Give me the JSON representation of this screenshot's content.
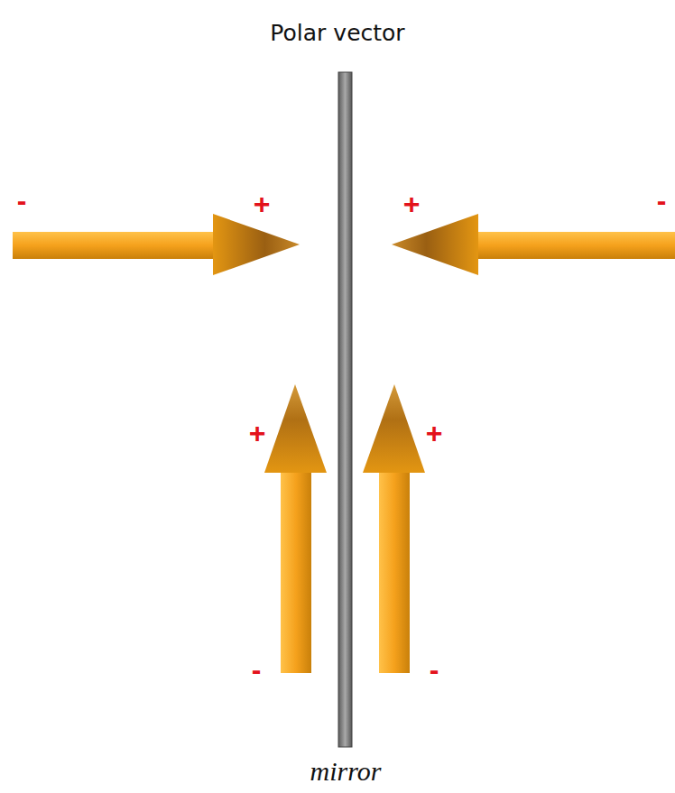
{
  "diagram": {
    "title": "Polar vector",
    "labels": [
      "-",
      "+",
      "+",
      "-",
      "+",
      "+",
      "-",
      "-",
      "mirror"
    ]
  }
}
